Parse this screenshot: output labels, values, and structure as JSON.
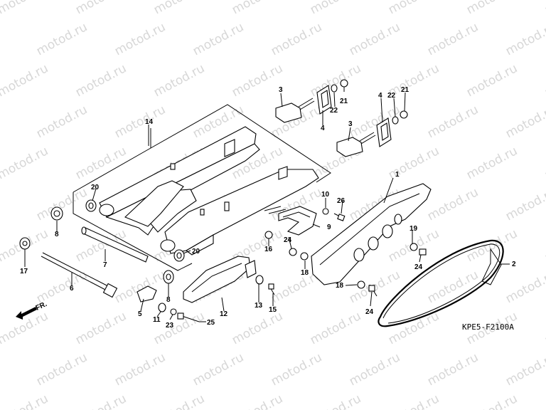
{
  "watermark": {
    "text": "motod.ru",
    "color": "#d7d7d7"
  },
  "diagram_code": "KPE5-F2100A",
  "direction_label": "FR.",
  "callouts": [
    "1",
    "2",
    "3",
    "3",
    "4",
    "4",
    "5",
    "6",
    "7",
    "8",
    "8",
    "9",
    "10",
    "11",
    "12",
    "13",
    "14",
    "15",
    "16",
    "17",
    "18",
    "18",
    "19",
    "20",
    "20",
    "21",
    "21",
    "22",
    "22",
    "23",
    "24",
    "24",
    "24",
    "25",
    "26"
  ]
}
